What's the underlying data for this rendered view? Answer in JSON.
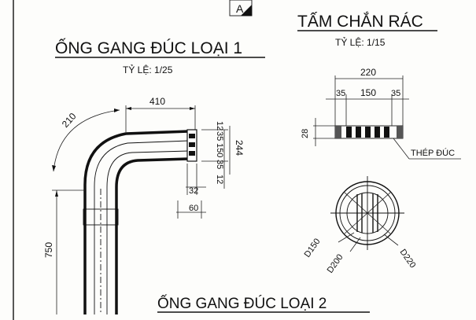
{
  "section_marker": "A",
  "pipe1": {
    "title": "ỐNG GANG ĐÚC LOẠI 1",
    "scale": "TỶ LỆ: 1/25",
    "dims": {
      "arc": "210",
      "top_length": "410",
      "length_750": "750",
      "flange_height": "244",
      "flange_12a": "12",
      "flange_35a": "35",
      "flange_150": "150",
      "flange_35b": "35",
      "flange_12b": "12",
      "d32": "32",
      "d60": "60"
    }
  },
  "grate": {
    "title": "TẤM CHẮN RÁC",
    "scale": "TỶ LỆ: 1/15",
    "dims": {
      "width": "220",
      "left": "35",
      "middle": "150",
      "right": "35",
      "thickness": "28",
      "d150": "D150",
      "d200": "D200",
      "d220": "D220"
    },
    "material": "THÉP ĐÚC"
  },
  "pipe2": {
    "title": "ỐNG GANG ĐÚC LOẠI 2"
  }
}
